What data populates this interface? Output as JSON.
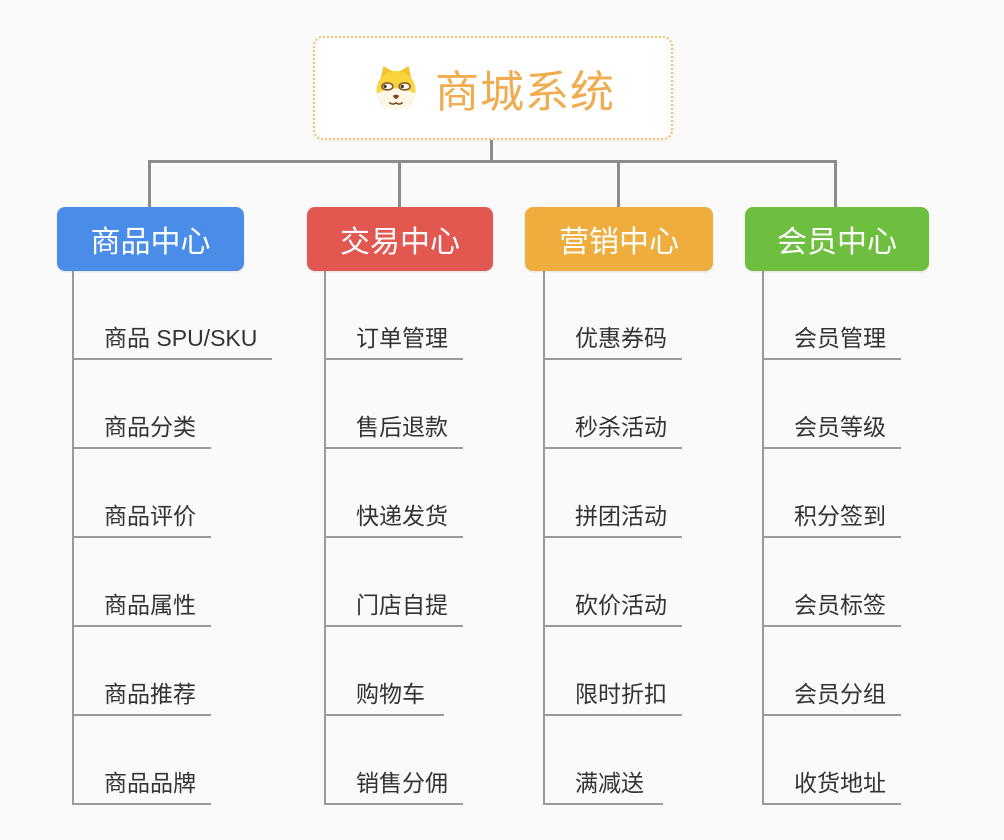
{
  "root": {
    "title": "商城系统",
    "icon": "dog-face-icon"
  },
  "branches": [
    {
      "label": "商品中心",
      "color": "#4a8de8",
      "children": [
        "商品 SPU/SKU",
        "商品分类",
        "商品评价",
        "商品属性",
        "商品推荐",
        "商品品牌"
      ]
    },
    {
      "label": "交易中心",
      "color": "#e25750",
      "children": [
        "订单管理",
        "售后退款",
        "快递发货",
        "门店自提",
        "购物车",
        "销售分佣"
      ]
    },
    {
      "label": "营销中心",
      "color": "#eead3d",
      "children": [
        "优惠券码",
        "秒杀活动",
        "拼团活动",
        "砍价活动",
        "限时折扣",
        "满减送"
      ]
    },
    {
      "label": "会员中心",
      "color": "#6ebf40",
      "children": [
        "会员管理",
        "会员等级",
        "积分签到",
        "会员标签",
        "会员分组",
        "收货地址"
      ]
    }
  ],
  "colors": {
    "background": "#fafafa",
    "root_title": "#f0ac4e",
    "root_border": "#f5be6b",
    "connector_line": "#8c8c8c",
    "leaf_line": "#9a9a9a",
    "leaf_text": "#333333"
  }
}
